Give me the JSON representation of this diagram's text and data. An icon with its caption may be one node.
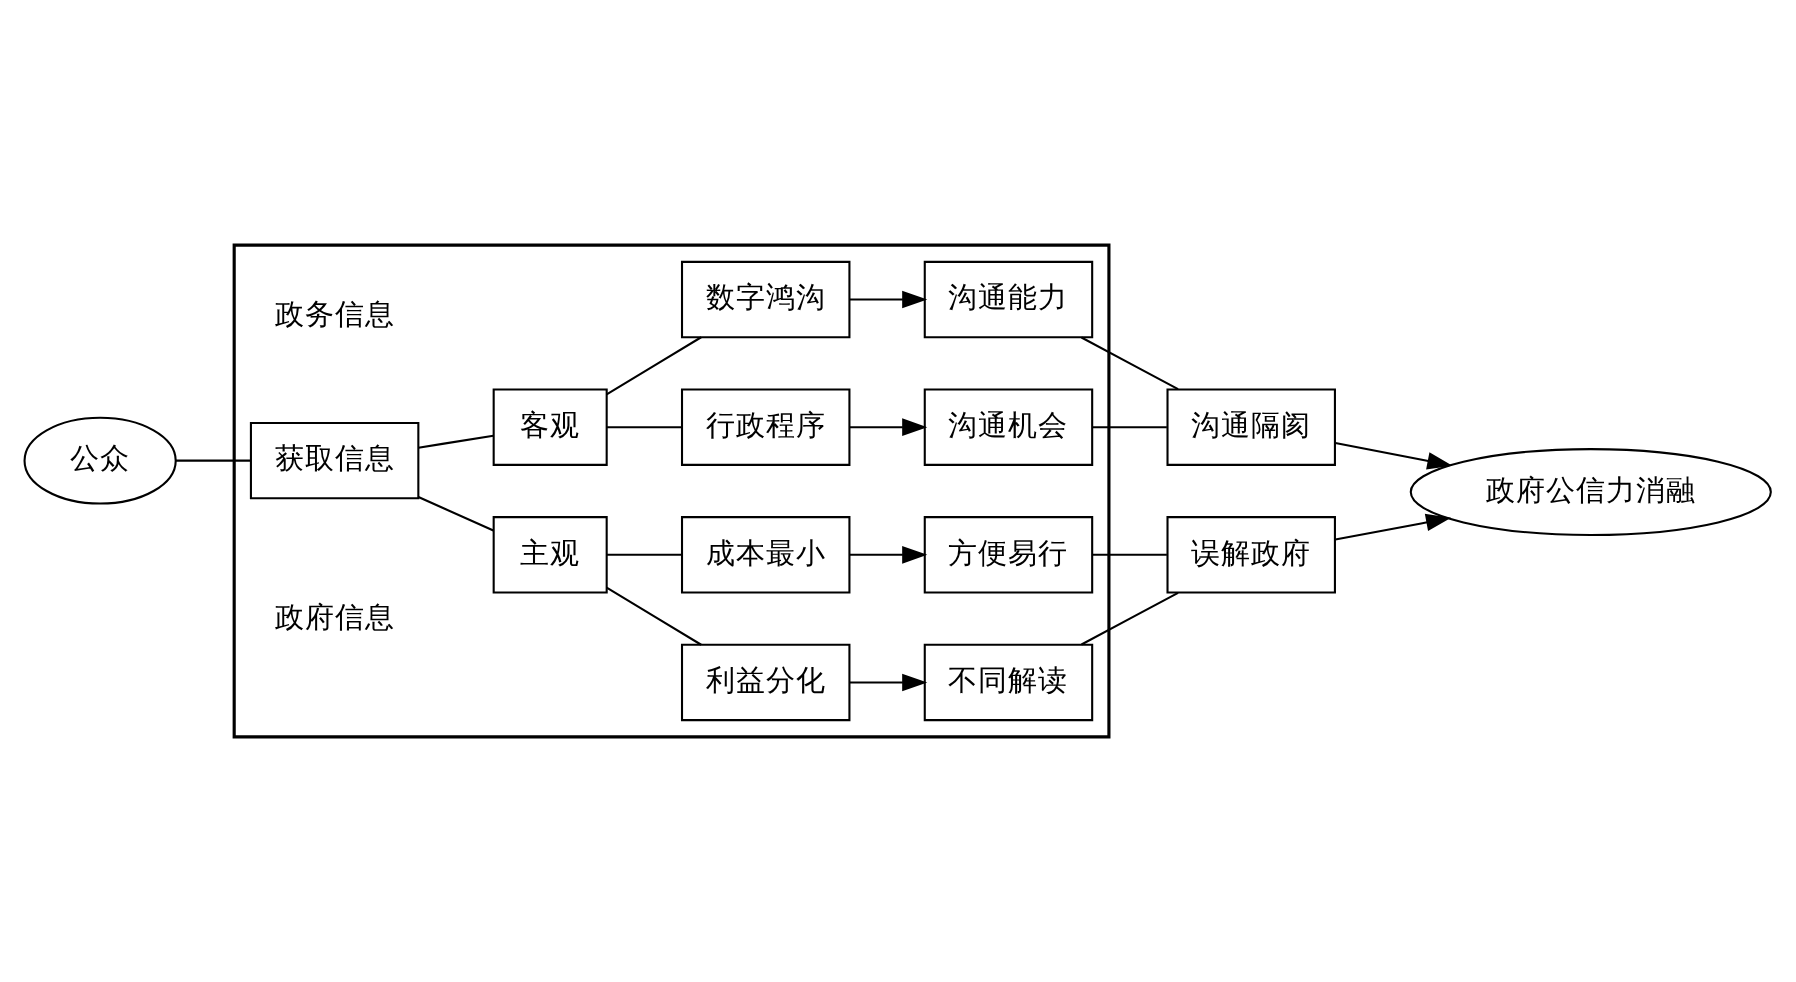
{
  "diagram": {
    "nodes": [
      {
        "text": [],
        "shape": "box"
      },
      {
        "text": [
          "公众"
        ]
      },
      {
        "text": [
          "获取信息"
        ],
        "in": 0
      },
      {
        "text": [
          "主观"
        ],
        "in": 0
      },
      {
        "text": [
          "客观"
        ],
        "in": 0
      },
      {
        "text": [
          "利益分化"
        ],
        "in": 0
      },
      {
        "text": [
          "成本最小"
        ],
        "in": 0
      },
      {
        "text": [
          "不同解读"
        ],
        "in": 0
      },
      {
        "text": [
          "方便易行"
        ],
        "in": 0
      },
      {
        "text": [
          "行政程序"
        ],
        "in": 0
      },
      {
        "text": [
          "数字鸿沟"
        ],
        "in": 0
      },
      {
        "text": [
          "沟通机会"
        ],
        "in": 0
      },
      {
        "text": [
          "沟通能力"
        ],
        "in": 0
      },
      {
        "text": [
          "误解政府"
        ]
      },
      {
        "text": [
          "政府公信力消融"
        ]
      },
      {
        "text": [
          "沟通隔阂"
        ]
      }
    ],
    "edges": [
      {
        "from": 1,
        "to": 2,
        "arrow": "none"
      },
      {
        "from": 2,
        "to": 3,
        "arrow": "none"
      },
      {
        "from": 2,
        "to": 4,
        "arrow": "none"
      },
      {
        "from": 3,
        "to": 5,
        "arrow": "none"
      },
      {
        "from": 3,
        "to": 6,
        "arrow": "none"
      },
      {
        "from": 5,
        "to": 7,
        "arrow": "to"
      },
      {
        "from": 6,
        "to": 8,
        "arrow": "to"
      },
      {
        "from": 4,
        "to": 9,
        "arrow": "none"
      },
      {
        "from": 4,
        "to": 10,
        "arrow": "none"
      },
      {
        "from": 9,
        "to": 11,
        "arrow": "to"
      },
      {
        "from": 10,
        "to": 12,
        "arrow": "to"
      },
      {
        "from": 7,
        "to": 13,
        "arrow": "none"
      },
      {
        "from": 8,
        "to": 13,
        "arrow": "none"
      },
      {
        "from": 11,
        "to": 15,
        "arrow": "none"
      },
      {
        "from": 12,
        "to": 15,
        "arrow": "none"
      },
      {
        "from": 13,
        "to": 14,
        "arrow": "to"
      },
      {
        "from": 15,
        "to": 14,
        "arrow": "to"
      }
    ],
    "labels": [
      "政务信息",
      "政府信息"
    ]
  }
}
